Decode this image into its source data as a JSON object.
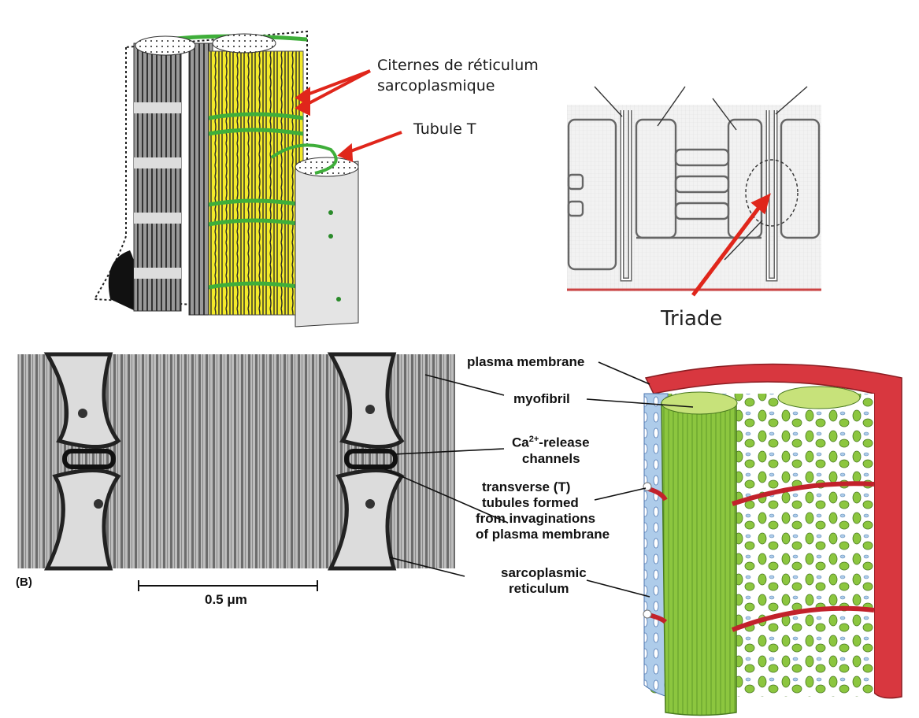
{
  "panel_a": {
    "label_sr_line1": "Citernes de réticulum",
    "label_sr_line2": "sarcoplasmique",
    "label_ttubule": "Tubule T"
  },
  "panel_triad": {
    "label": "Triade"
  },
  "panel_b": {
    "panel_letter": "(B)",
    "scale_bar": "0.5 μm"
  },
  "panel_c": {
    "plasma_membrane": "plasma membrane",
    "myofibril": "myofibril",
    "ca_prefix": "Ca",
    "ca_sup": "2+",
    "ca_suffix": "-release",
    "channels": "channels",
    "tt_line1": "transverse (T)",
    "tt_line2": "tubules formed",
    "tt_line3": "from invaginations",
    "tt_line4": "of plasma membrane",
    "sr_line1": "sarcoplasmic",
    "sr_line2": "reticulum"
  },
  "colors": {
    "arrow_red": "#e0261b",
    "sr_yellow": "#f3ea2a",
    "ttubule_green": "#3fae3a",
    "myofibril_green": "#8cc63f",
    "membrane_red": "#d8373f",
    "sr_blue": "#aeccea"
  }
}
